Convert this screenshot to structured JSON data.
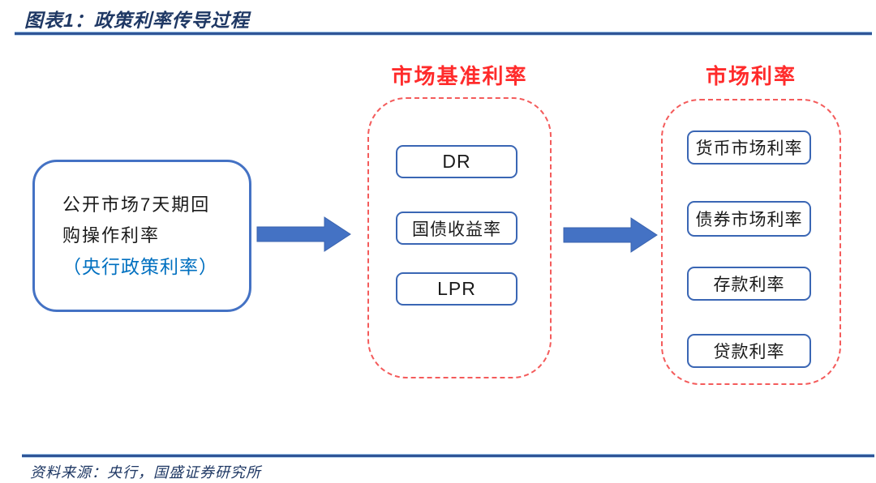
{
  "header": {
    "title": "图表1：政策利率传导过程"
  },
  "footer": {
    "source": "资料来源：央行，国盛证券研究所"
  },
  "diagram": {
    "policy_node": {
      "main": "公开市场7天期回购操作利率",
      "sub": "（央行政策利率）"
    },
    "benchmark_group": {
      "title": "市场基准利率",
      "items": [
        "DR",
        "国债收益率",
        "LPR"
      ]
    },
    "market_group": {
      "title": "市场利率",
      "items": [
        "货币市场利率",
        "债券市场利率",
        "存款利率",
        "贷款利率"
      ]
    },
    "colors": {
      "title_navy": "#1F3864",
      "rule_blue": "#2F5597",
      "accent_blue": "#4472C4",
      "node_border_blue": "#3A66B4",
      "policy_sub_blue": "#0070C0",
      "group_title_red": "#FF2B2B",
      "dashed_border_red": "#F45B5B"
    }
  }
}
